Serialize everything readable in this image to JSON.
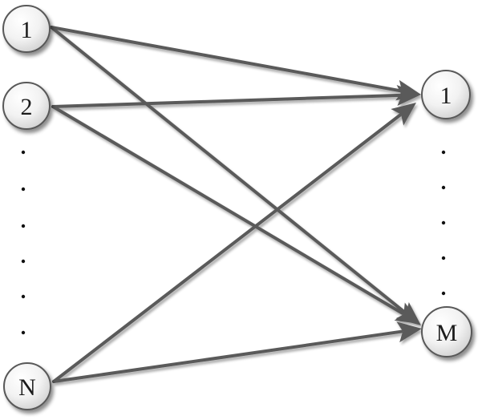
{
  "diagram": {
    "left_nodes": [
      {
        "id": "L1",
        "label": "1"
      },
      {
        "id": "L2",
        "label": "2"
      },
      {
        "id": "LN",
        "label": "N"
      }
    ],
    "right_nodes": [
      {
        "id": "R1",
        "label": "1"
      },
      {
        "id": "RM",
        "label": "M"
      }
    ],
    "edges": [
      {
        "from": "L1",
        "to": "R1"
      },
      {
        "from": "L1",
        "to": "RM"
      },
      {
        "from": "L2",
        "to": "R1"
      },
      {
        "from": "L2",
        "to": "RM"
      },
      {
        "from": "LN",
        "to": "R1"
      },
      {
        "from": "LN",
        "to": "RM"
      }
    ],
    "colors": {
      "edge": "#5a5a5a",
      "node_stroke": "#595959",
      "node_fill_light": "#ffffff",
      "node_fill_dark": "#d4d4d4",
      "text": "#1a1a1a"
    }
  }
}
